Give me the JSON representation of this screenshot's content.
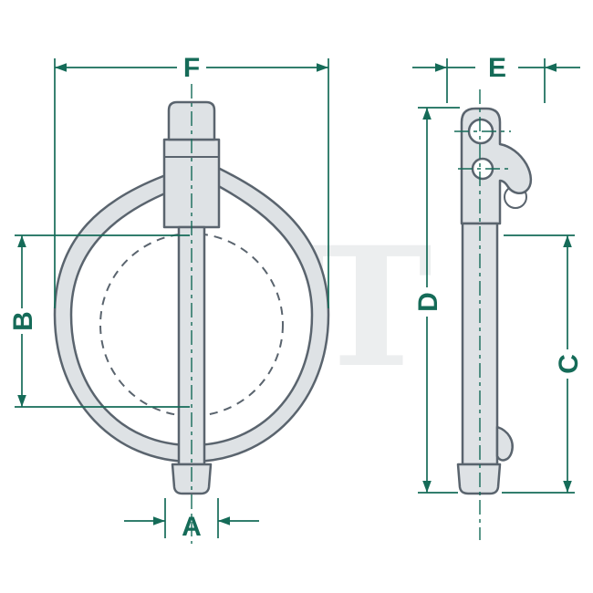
{
  "colors": {
    "dimension": "#156b58",
    "outline": "#5a646e",
    "part_fill": "#dee2e5",
    "watermark": "#eceeef",
    "background": "#ffffff"
  },
  "diagram": {
    "type": "technical-drawing",
    "subject": "linch-pin",
    "watermark": "T",
    "dimension_labels": {
      "F": "F",
      "B": "B",
      "A": "A",
      "E": "E",
      "D": "D",
      "C": "C"
    }
  }
}
